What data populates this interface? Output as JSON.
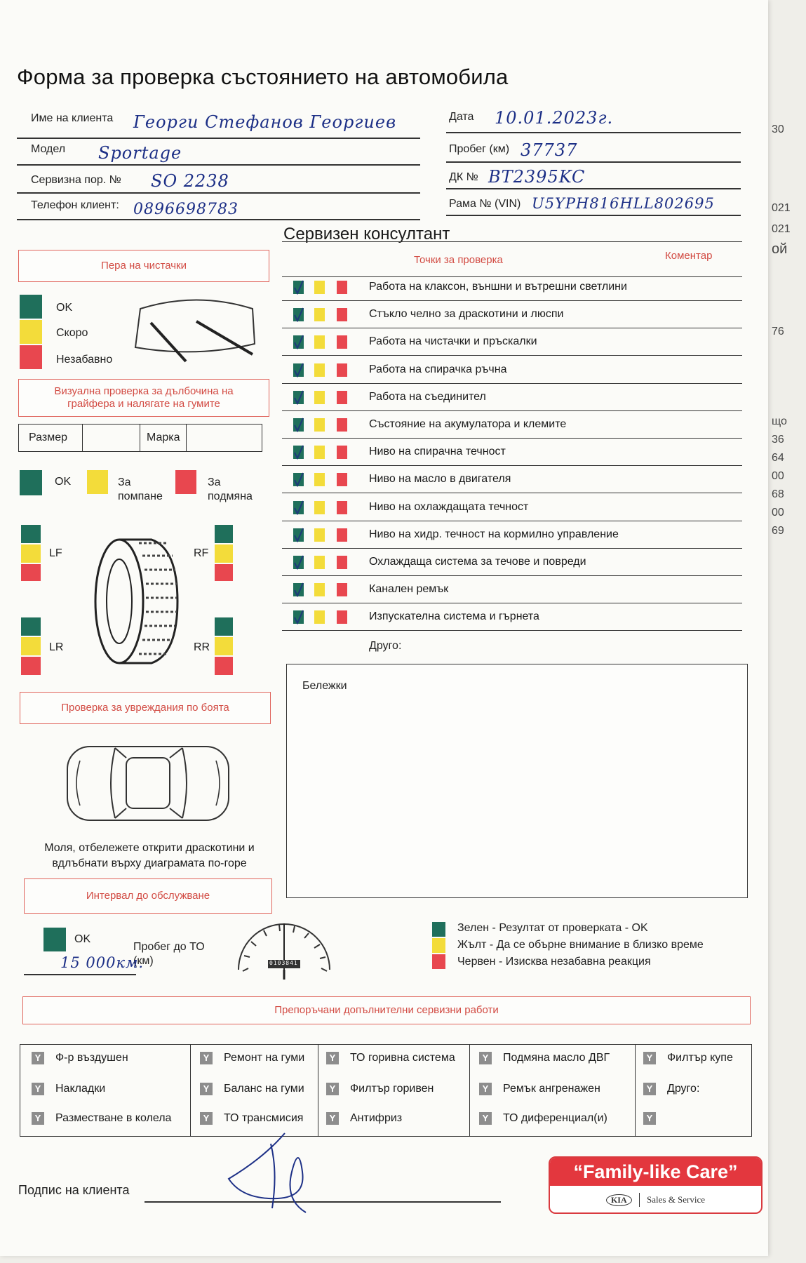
{
  "form": {
    "title": "Форма за проверка състоянието на автомобила"
  },
  "client": {
    "name_label": "Име на клиента",
    "name_value": "Георги Стефанов Георгиев",
    "model_label": "Модел",
    "model_value": "Sportage",
    "service_no_label": "Сервизна пор. №",
    "service_no_value": "SO 2238",
    "phone_label": "Телефон клиент:",
    "phone_value": "0896698783",
    "date_label": "Дата",
    "date_value": "10.01.2023г.",
    "mileage_label": "Пробег (км)",
    "mileage_value": "37737",
    "plate_label": "ДК №",
    "plate_value": "BT2395KC",
    "vin_label": "Рама № (VIN)",
    "vin_value": "U5YPH816HLL802695"
  },
  "consultant_heading": "Сервизен консултант",
  "wipers": {
    "header": "Пера на чистачки",
    "legend": [
      "OK",
      "Скоро",
      "Незабавно"
    ]
  },
  "tyres": {
    "header": "Визуална проверка за дълбочина на грайфера и налягате на гумите",
    "size_label": "Размер",
    "brand_label": "Марка",
    "legend_ok": "OK",
    "legend_pump": "За помпане",
    "legend_replace": "За подмяна",
    "positions": [
      "LF",
      "RF",
      "LR",
      "RR"
    ]
  },
  "paint": {
    "header": "Проверка за увреждания по боята",
    "note": "Моля, отбележете открити драскотини и вдлъбнати върху диаграмата по-горе"
  },
  "interval": {
    "header": "Интервал до обслужване",
    "ok": "OK",
    "mileage_to_label": "Пробег до ТО (км)",
    "mileage_to_value": "15 000км.",
    "odometer": "0103841"
  },
  "checks": {
    "header": "Точки за проверка",
    "comment_header": "Коментар",
    "items": [
      "Работа на клаксон, външни и вътрешни светлини",
      "Стъкло челно за драскотини и люспи",
      "Работа на чистачки и пръскалки",
      "Работа на спирачка ръчна",
      "Работа на съединител",
      "Състояние на акумулатора и клемите",
      "Ниво на спирачна течност",
      "Ниво на масло в двигателя",
      "Ниво на охлаждащата течност",
      "Ниво на хидр. течност на кормилно управление",
      "Охлаждаща система за течове и повреди",
      "Канален ремък",
      "Изпускателна система и гърнета"
    ],
    "other_label": "Друго:"
  },
  "notes_label": "Бележки",
  "color_legend": [
    "Зелен - Резултат от проверката - OK",
    "Жълт - Да се обърне внимание в близко време",
    "Червен - Изисква незабавна реакция"
  ],
  "recommended": {
    "header": "Препоръчани допълнителни сервизни работи",
    "badge": "Y",
    "columns": [
      [
        "Ф-р въздушен",
        "Накладки",
        "Разместване в колела"
      ],
      [
        "Ремонт на гуми",
        "Баланс на гуми",
        "ТО трансмисия"
      ],
      [
        "ТО горивна система",
        "Филтър горивен",
        "Антифриз"
      ],
      [
        "Подмяна масло ДВГ",
        "Ремък ангренажен",
        "ТО диференциал(и)"
      ],
      [
        "Филтър купе",
        "Друго:",
        ""
      ]
    ]
  },
  "signature_label": "Подпис на клиента",
  "brand": {
    "slogan": "“Family-like Care”",
    "logo": "KIA",
    "subtitle": "Sales & Service"
  },
  "ghost_page": [
    "30",
    "021",
    "021",
    "ой",
    "76",
    "що",
    "36",
    "64",
    "00",
    "68",
    "00",
    "69"
  ],
  "colors": {
    "green": "#1f6f5b",
    "yellow": "#f3dc3a",
    "red": "#e8474f",
    "accent_red": "#d24b43",
    "ink": "#1c2f86"
  }
}
